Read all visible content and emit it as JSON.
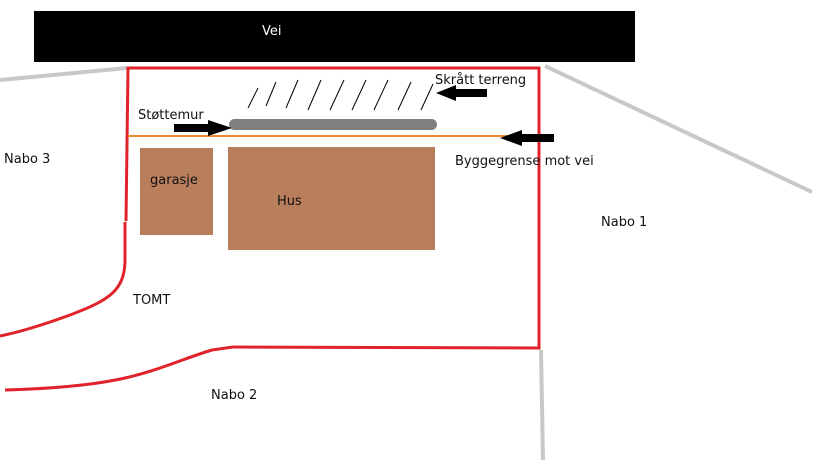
{
  "labels": {
    "road": "Vei",
    "sloped_terrain": "Skrått terreng",
    "retaining_wall": "Støttemur",
    "building_line": "Byggegrense mot vei",
    "garage": "garasje",
    "house": "Hus",
    "plot": "TOMT",
    "neighbor_1": "Nabo 1",
    "neighbor_2": "Nabo 2",
    "neighbor_3": "Nabo 3"
  },
  "colors": {
    "road": "#000000",
    "plot_boundary": "#e0222a",
    "building_line": "#f08a2e",
    "retaining_wall": "#808080",
    "structures": "#b97e5c",
    "neighbor_lines": "#c8c8c8",
    "arrows": "#000000"
  }
}
